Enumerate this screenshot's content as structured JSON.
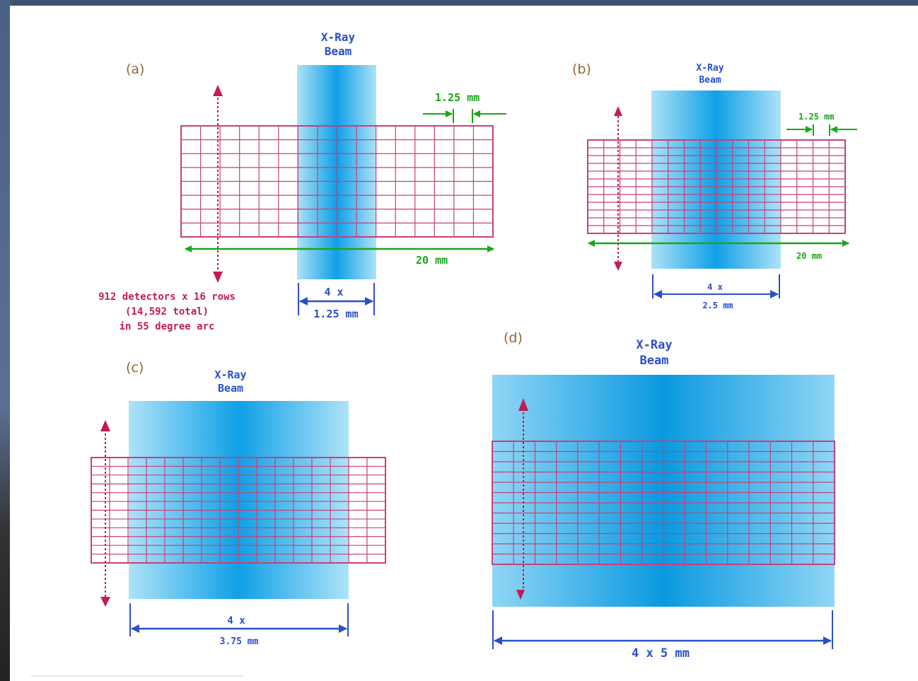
{
  "panels": {
    "a": {
      "label": "(a)",
      "beam_title": [
        "X-Ray",
        "Beam"
      ],
      "cell_width": "1.25 mm",
      "total_width": "20 mm",
      "slice_top": "4 x",
      "slice_bottom": "1.25 mm",
      "note": [
        "912 detectors x 16 rows",
        "(14,592 total)",
        "in 55 degree arc"
      ]
    },
    "b": {
      "label": "(b)",
      "beam_title": [
        "X-Ray",
        "Beam"
      ],
      "cell_width": "1.25 mm",
      "total_width": "20 mm",
      "slice_top": "4 x",
      "slice_bottom": "2.5 mm"
    },
    "c": {
      "label": "(c)",
      "beam_title": [
        "X-Ray",
        "Beam"
      ],
      "slice_top": "4 x",
      "slice_bottom": "3.75 mm"
    },
    "d": {
      "label": "(d)",
      "beam_title": [
        "X-Ray",
        "Beam"
      ],
      "slice_label": "4 x 5 mm"
    }
  },
  "colors": {
    "grid": "#c8407a",
    "green": "#19a619",
    "blue": "#2a4fc9",
    "red": "#c01d55",
    "beam": "#1aa8e8",
    "label": "#8b6b2e"
  }
}
